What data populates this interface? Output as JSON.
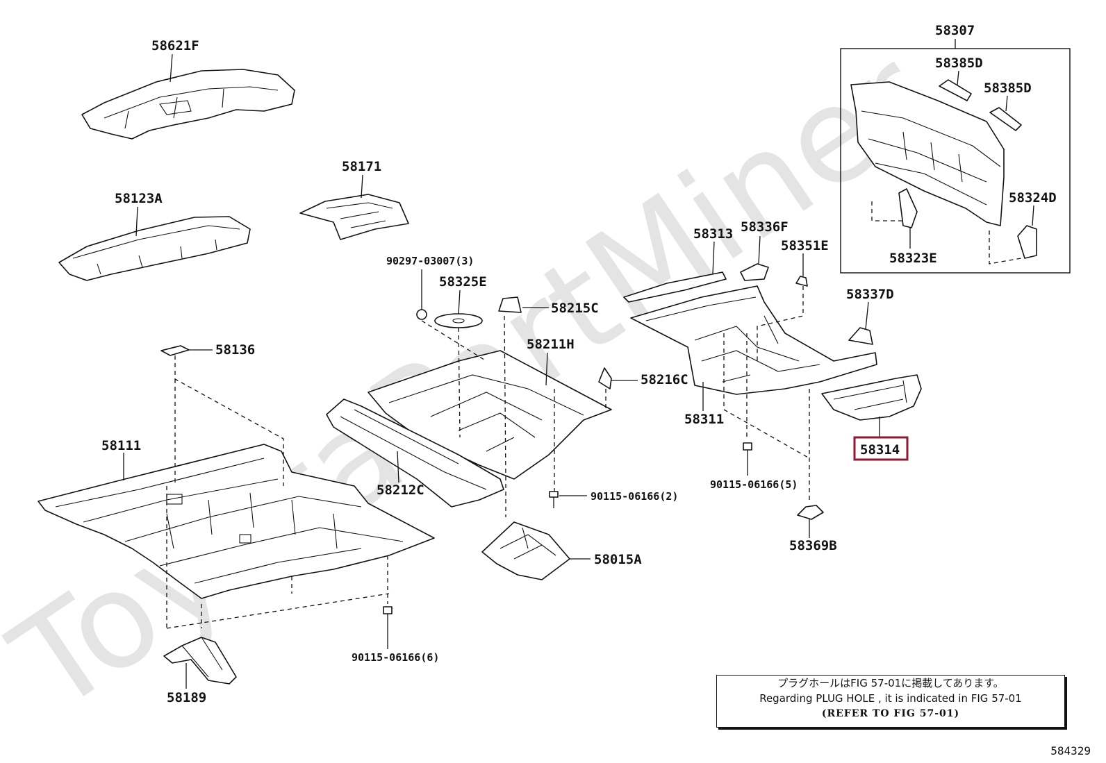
{
  "watermark": "ToyotaPartMiner",
  "labels": {
    "p58621F": "58621F",
    "p58123A": "58123A",
    "p58171": "58171",
    "p90297": "90297-03007(3)",
    "p58325E": "58325E",
    "p58215C": "58215C",
    "p58136": "58136",
    "p58211H": "58211H",
    "p58216C": "58216C",
    "p58111": "58111",
    "p58212C": "58212C",
    "p90115_2": "90115-06166(2)",
    "p58015A": "58015A",
    "p90115_6": "90115-06166(6)",
    "p58189": "58189",
    "p58313": "58313",
    "p58336F": "58336F",
    "p58351E": "58351E",
    "p58311": "58311",
    "p90115_5": "90115-06166(5)",
    "p58369B": "58369B",
    "p58337D": "58337D",
    "p58314": "58314",
    "p58307": "58307",
    "p58385D_a": "58385D",
    "p58385D_b": "58385D",
    "p58324D": "58324D",
    "p58323E": "58323E"
  },
  "highlighted_part": "58314",
  "note": {
    "line1": "プラグホールはFIG 57-01に掲載してあります。",
    "line2": "Regarding PLUG HOLE , it is indicated in FIG 57-01",
    "line3": "(REFER TO FIG 57-01)"
  },
  "figure_number": "584329",
  "colors": {
    "highlight": "#8b1a33",
    "ink": "#111111",
    "watermark": "#e4e4e4"
  }
}
